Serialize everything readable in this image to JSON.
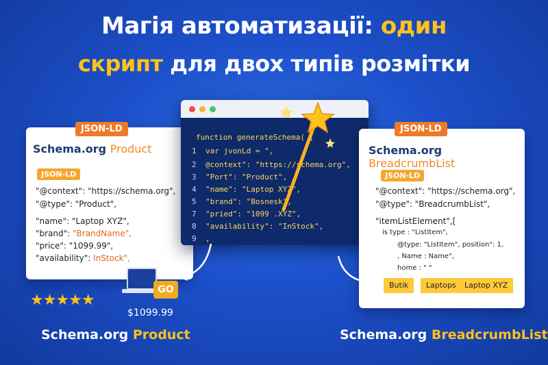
{
  "title": {
    "line1_white": "Магія автоматизації:",
    "line1_gold": "один",
    "line2_gold": "скрипт",
    "line2_white": "для двох типів розмітки"
  },
  "left_card": {
    "tag": "JSON-LD",
    "title_main": "Schema.org",
    "title_sub": "Product",
    "mini_tag": "JSON-LD",
    "lines": [
      "\"@context\": \"https://schema.org\",",
      "\"@type\": \"Product\",",
      "\"name\": \"Laptop XYZ\",",
      "\"brand\": ",
      "\"price\": \"1099.99\",",
      "\"availability\": "
    ],
    "brand_value": "\"BrandName\",",
    "availability_value": "InStock\","
  },
  "code": {
    "lines": [
      {
        "num": "",
        "text": "function generateSchema( ,"
      },
      {
        "num": "1",
        "text": "var jvonLd = \","
      },
      {
        "num": "2",
        "text": "@context\": \"https://schema.org\","
      },
      {
        "num": "3",
        "text": "\"Port\": \"Product\","
      },
      {
        "num": "4",
        "text": "\"name\": \"Laptop XYZ\","
      },
      {
        "num": "5",
        "text": "\"brand\": \"Bosnesk\","
      },
      {
        "num": "7",
        "text": "\"pried\": \"1099 .XYZ\","
      },
      {
        "num": "8",
        "text": "\"availability\": \"InStock\","
      },
      {
        "num": "9",
        "text": ","
      }
    ]
  },
  "right_card": {
    "tag": "JSON-LD",
    "title_main": "Schema.org",
    "title_sub": "BreadcrumbList",
    "mini_tag": "JSON-LD",
    "lines": [
      "\"@context\": \"https://schema.org\",",
      "\"@type\": \"BreadcrumbList\",",
      "\"itemListElement\",[",
      "is type : \"ListItem\",",
      "@type: \"ListItem\", position\": 1,",
      ", Name : Name\",",
      "home : \" \""
    ],
    "crumbs": [
      "Butik",
      "Laptops",
      "Laptop XYZ"
    ]
  },
  "product_visual": {
    "go_label": "GO",
    "price": "$1099.99"
  },
  "bottom": {
    "left_main": "Schema.org",
    "left_sub": "Product",
    "right_main": "Schema.org",
    "right_sub": "BreadcrumbList"
  },
  "colors": {
    "background": "#1c4fc9",
    "accent_gold": "#ffc21a",
    "accent_orange": "#ee7a27",
    "code_bg": "#0e2a6a"
  }
}
